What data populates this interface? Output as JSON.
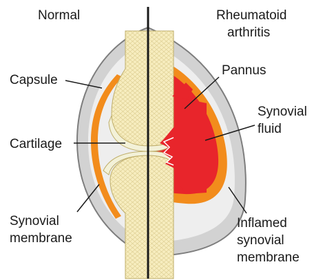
{
  "headings": {
    "normal": "Normal",
    "ra_line1": "Rheumatoid",
    "ra_line2": "arthritis"
  },
  "labels": {
    "capsule": "Capsule",
    "cartilage": "Cartilage",
    "synovial_membrane_l1": "Synovial",
    "synovial_membrane_l2": "membrane",
    "pannus": "Pannus",
    "synovial_fluid_l1": "Synovial",
    "synovial_fluid_l2": "fluid",
    "inflamed_l1": "Inflamed",
    "inflamed_l2": "synovial",
    "inflamed_l3": "membrane"
  },
  "colors": {
    "capsule": "#c9c9c9",
    "capsule_outline": "#7d7d7d",
    "synovial_membrane": "#f28c1c",
    "synovial_fluid": "#e8252b",
    "bone": "#f7edbf",
    "bone_pattern": "#d8c98a",
    "cartilage": "#f3f1d8",
    "divider": "#1a1a1a"
  }
}
